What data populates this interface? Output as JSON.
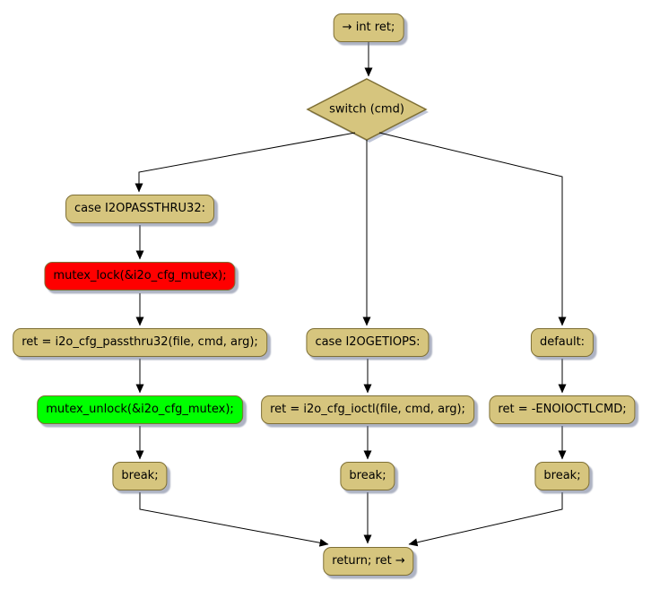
{
  "diagram": {
    "type": "flowchart",
    "nodes": {
      "start": {
        "label": "→ int ret;"
      },
      "switch_decision": {
        "label": "switch (cmd)"
      },
      "case_passthru32": {
        "label": "case I2OPASSTHRU32:"
      },
      "mutex_lock": {
        "label": "mutex_lock(&i2o_cfg_mutex);"
      },
      "call_passthru32": {
        "label": "ret = i2o_cfg_passthru32(file, cmd, arg);"
      },
      "mutex_unlock": {
        "label": "mutex_unlock(&i2o_cfg_mutex);"
      },
      "break_left": {
        "label": "break;"
      },
      "case_getiops": {
        "label": "case I2OGETIOPS:"
      },
      "call_ioctl": {
        "label": "ret = i2o_cfg_ioctl(file, cmd, arg);"
      },
      "break_middle": {
        "label": "break;"
      },
      "case_default": {
        "label": "default:"
      },
      "set_enoioctlcmd": {
        "label": "ret = -ENOIOCTLCMD;"
      },
      "break_right": {
        "label": "break;"
      },
      "end": {
        "label": "return; ret →"
      }
    },
    "colors": {
      "node_fill": "#D6C57E",
      "node_border": "#7E6F35",
      "highlight_red": "#FF0000",
      "highlight_green": "#00FF00",
      "edge": "#000000",
      "shadow": "#6B7592",
      "background": "#FFFFFF"
    }
  }
}
